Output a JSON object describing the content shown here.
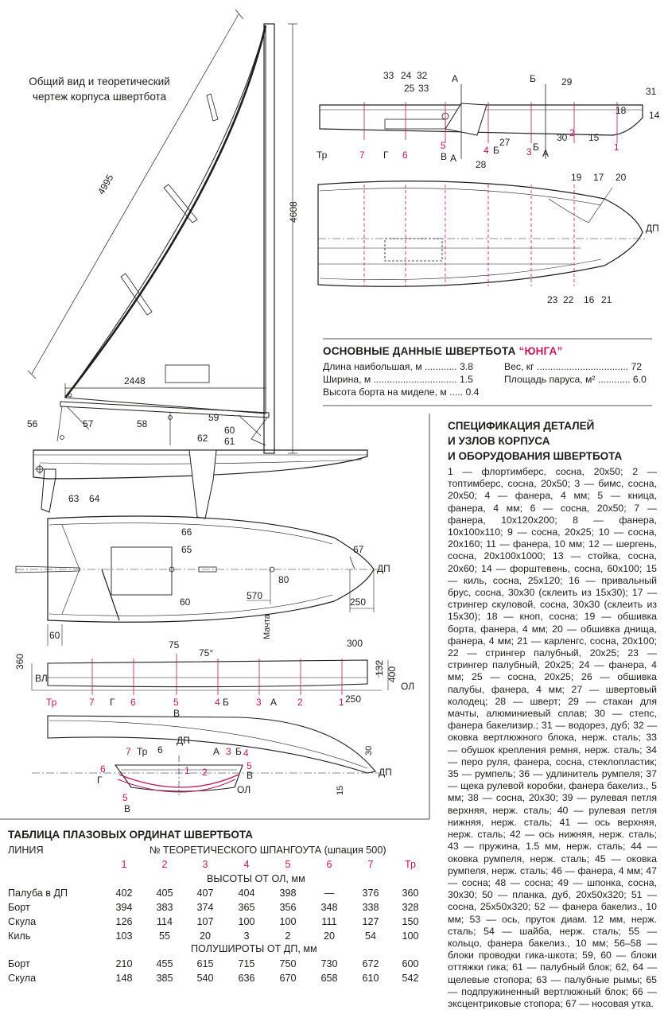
{
  "caption": [
    "Общий вид и теоретический",
    "чертеж корпуса швертбота"
  ],
  "dims": {
    "luff": "4995",
    "mast": "4608",
    "foot": "2448",
    "d60a": "60",
    "d570": "570",
    "d80": "80",
    "d60b": "60",
    "d250a": "250",
    "d75": "75",
    "d75deg": "75°",
    "d300": "300",
    "d360": "360",
    "d132": "132",
    "d400": "400",
    "d250b": "250",
    "d30": "30",
    "d15": "15"
  },
  "labels": {
    "dp": "ДП",
    "vl": "ВЛ",
    "ol": "ОЛ",
    "mast_word": "Мачта",
    "tr": "Тр",
    "g": "Г",
    "a": "А",
    "b": "Б",
    "v": "В"
  },
  "part_numbers": {
    "p33": "33",
    "p24": "24",
    "p32": "32",
    "p25": "25",
    "p33b": "33",
    "p29": "29",
    "p31": "31",
    "p18": "18",
    "p14": "14",
    "p27": "27",
    "p30": "30",
    "p15": "15",
    "p28": "28",
    "p19": "19",
    "p17": "17",
    "p20": "20",
    "p23": "23",
    "p22": "22",
    "p16": "16",
    "p21": "21",
    "p56": "56",
    "p57": "57",
    "p58": "58",
    "p59": "59",
    "p60": "60",
    "p62": "62",
    "p61": "61",
    "p63": "63",
    "p64": "64",
    "p66": "66",
    "p65": "65",
    "p67": "67"
  },
  "stations": {
    "s1": "1",
    "s2": "2",
    "s3": "3",
    "s4": "4",
    "s5": "5",
    "s6": "6",
    "s7": "7"
  },
  "main_data": {
    "title_plain": "ОСНОВНЫЕ ДАННЫЕ ШВЕРТБОТА ",
    "title_accent": "“ЮНГА”",
    "rows": [
      {
        "label": "Длина наибольшая, м ............",
        "value": "3.8"
      },
      {
        "label": "Ширина, м ...............................",
        "value": "1.5"
      },
      {
        "label": "Высота борта на миделе, м .....",
        "value": "0.4"
      },
      {
        "label": "Вес, кг ..................................",
        "value": "72"
      },
      {
        "label": "Площадь паруса, м² ............",
        "value": "6.0"
      }
    ]
  },
  "spec": {
    "title": [
      "СПЕЦИФИКАЦИЯ ДЕТАЛЕЙ",
      "И УЗЛОВ КОРПУСА",
      "И ОБОРУДОВАНИЯ ШВЕРТБОТА"
    ],
    "text": "1 — флортимберс, сосна, 20x50; 2 — топтимберс, сосна, 20x50; 3 — бимс, сосна, 20x50; 4 — фанера, 4 мм; 5 — кница, фанера, 4 мм; 6 — сосна, 20x50; 7 — фанера, 10x120x200; 8 — фанера, 10x100x110; 9 — сосна, 20x25; 10 — сосна, 20x160; 11 — фанера, 10 мм; 12 — шергень, сосна, 20x100x1000; 13 — стойка, сосна, 20x60; 14 — форштевень, сосна, 60x100; 15 — киль, сосна, 25x120; 16 — привальный брус, сосна, 30x30 (склеить из 15x30); 17 — стрингер скуловой, сосна, 30x30 (склеить из 15x30); 18 — кноп, сосна; 19 — обшивка борта, фанера, 4 мм; 20 — обшивка днища, фанера, 4 мм; 21 — карленгс, сосна, 20x100; 22 — стрингер палубный, 20x25; 23 — стрингер палубный, 20x25; 24 — фанера, 4 мм; 25 — сосна, 20x25; 26 — обшивка палубы, фанера, 4 мм; 27 — швертовый колодец; 28 — шверт; 29 — стакан для мачты, алюминиевый сплав; 30 — степс, фанера бакелизир.; 31 — водорез, дуб; 32 — оковка вертлюжного блока, нерж. сталь; 33 — обушок крепления ремня, нерж. сталь; 34 — перо руля, фанера, сосна, стеклопластик; 35 — румпель; 36 — удлинитель румпеля; 37 — щека рулевой коробки, фанера бакелиз., 5 мм; 38 — сосна, 20x30; 39 — рулевая петля верхняя, нерж. сталь; 40 — рулевая петля нижняя, нерж. сталь; 41 — ось верхняя, нерж. сталь; 42 — ось нижняя, нерж. сталь; 43 — пружина, 1.5 мм, нерж. сталь; 44 — оковка румпеля, нерж. сталь; 45 — оковка румпеля, нерж. сталь; 46 — фанера, 4 мм; 47 — сосна; 48 — сосна; 49 — шпонка, сосна, 30x30; 50 — планка, дуб, 20x50x320; 51 — сосна, 25x50x320; 52 — фанера бакелиз., 10 мм; 53 — ось, пруток диам. 12 мм, нерж. сталь; 54 — шайба, нерж. сталь; 55 — кольцо, фанера бакелиз., 10 мм; 56–58 — блоки проводки гика-шкота; 59, 60 — блоки оттяжки гика; 61 — палубный блок; 62, 64 — щелевые стопора; 63 — палубные рымы; 65 — подпружиненный вертлюжный блок; 66 — эксцентриковые стопора; 67 — носовая утка."
  },
  "offsets_table": {
    "title": "ТАБЛИЦА ПЛАЗОВЫХ ОРДИНАТ ШВЕРТБОТА",
    "line_header": "ЛИНИЯ",
    "frame_header": "№ ТЕОРЕТИЧЕСКОГО ШПАНГОУТА (шпация 500)",
    "columns": [
      "1",
      "2",
      "3",
      "4",
      "5",
      "6",
      "7",
      "Тр"
    ],
    "heights_header": "ВЫСОТЫ ОТ ОЛ, мм",
    "heights": [
      {
        "name": "Палуба в ДП",
        "values": [
          "402",
          "405",
          "407",
          "404",
          "398",
          "—",
          "376",
          "360"
        ]
      },
      {
        "name": "Борт",
        "values": [
          "394",
          "383",
          "374",
          "365",
          "356",
          "348",
          "338",
          "328"
        ]
      },
      {
        "name": "Скула",
        "values": [
          "126",
          "114",
          "107",
          "100",
          "100",
          "111",
          "127",
          "150"
        ]
      },
      {
        "name": "Киль",
        "values": [
          "103",
          "55",
          "20",
          "3",
          "2",
          "20",
          "54",
          "100"
        ]
      }
    ],
    "halfbreadths_header": "ПОЛУШИРОТЫ ОТ ДП, мм",
    "halfbreadths": [
      {
        "name": "Борт",
        "values": [
          "210",
          "455",
          "615",
          "715",
          "750",
          "730",
          "672",
          "600"
        ]
      },
      {
        "name": "Скула",
        "values": [
          "148",
          "385",
          "540",
          "636",
          "670",
          "658",
          "610",
          "542"
        ]
      }
    ]
  }
}
